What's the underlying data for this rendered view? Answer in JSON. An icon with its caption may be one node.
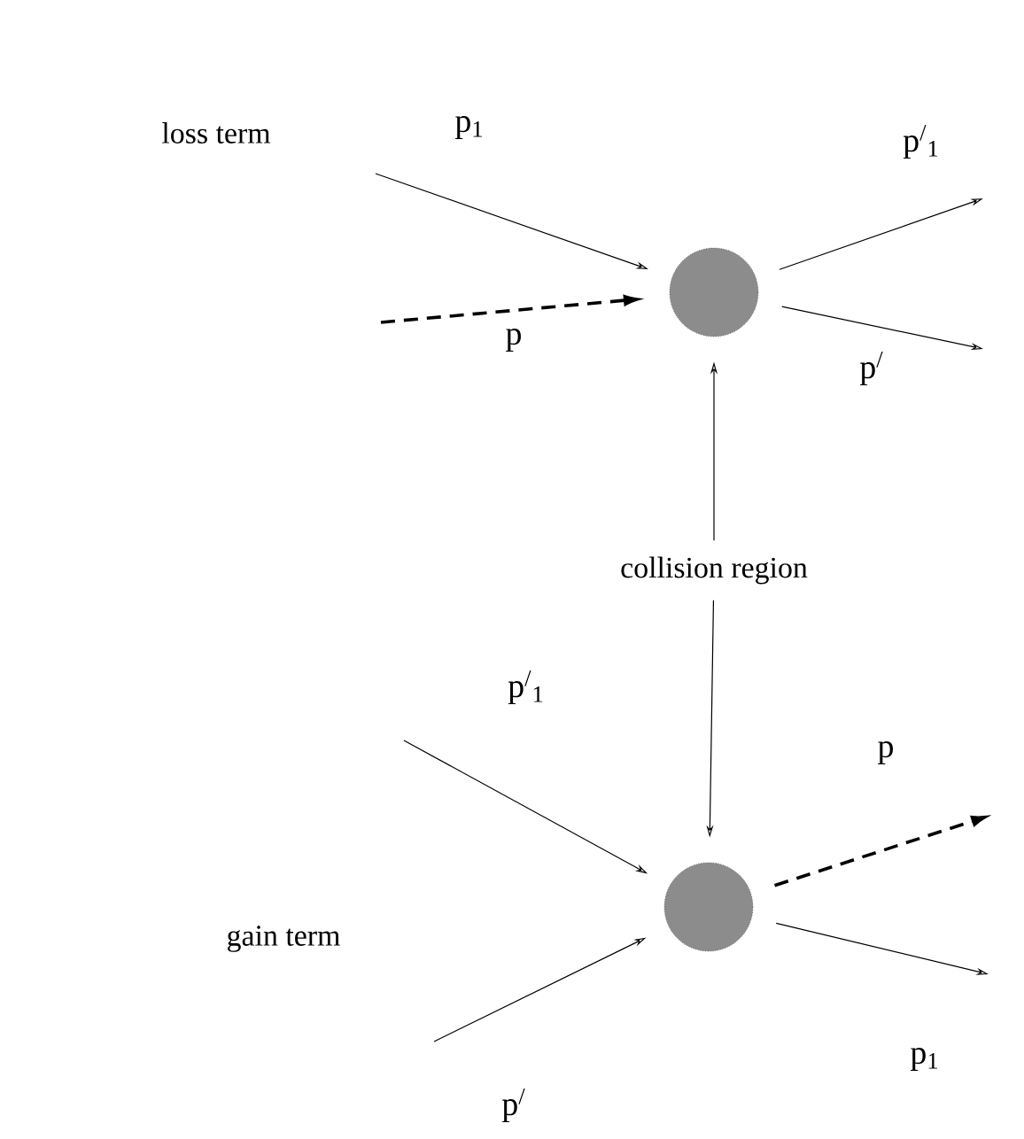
{
  "diagram": {
    "nodes": [
      {
        "text": [],
        "shape": "circle"
      },
      {
        "text": [
          "collision region"
        ]
      },
      {
        "text": [],
        "shape": "circle"
      }
    ],
    "edges": [
      {
        "from": null,
        "to": 0,
        "arrow": "to",
        "label": "p$_{1}$"
      },
      {
        "from": null,
        "to": 0,
        "arrow": "to",
        "label": "p",
        "style": "dashed"
      },
      {
        "from": 0,
        "to": null,
        "arrow": "to",
        "label": "p$^{/}$$_{1}$"
      },
      {
        "from": 0,
        "to": null,
        "arrow": "to",
        "label": "p$^{/}$"
      },
      {
        "from": 1,
        "to": 0,
        "arrow": "to"
      },
      {
        "from": 1,
        "to": 2,
        "arrow": "to"
      },
      {
        "from": null,
        "to": 2,
        "arrow": "to",
        "label": "p$^{/}$$_{1}$"
      },
      {
        "from": null,
        "to": 2,
        "arrow": "to",
        "label": "p$^{/}$"
      },
      {
        "from": 2,
        "to": null,
        "arrow": "to",
        "label": "p",
        "style": "dashed"
      },
      {
        "from": 2,
        "to": null,
        "arrow": "to",
        "label": "p$_{1}$"
      }
    ],
    "labels": [
      "loss term",
      "gain term"
    ]
  }
}
